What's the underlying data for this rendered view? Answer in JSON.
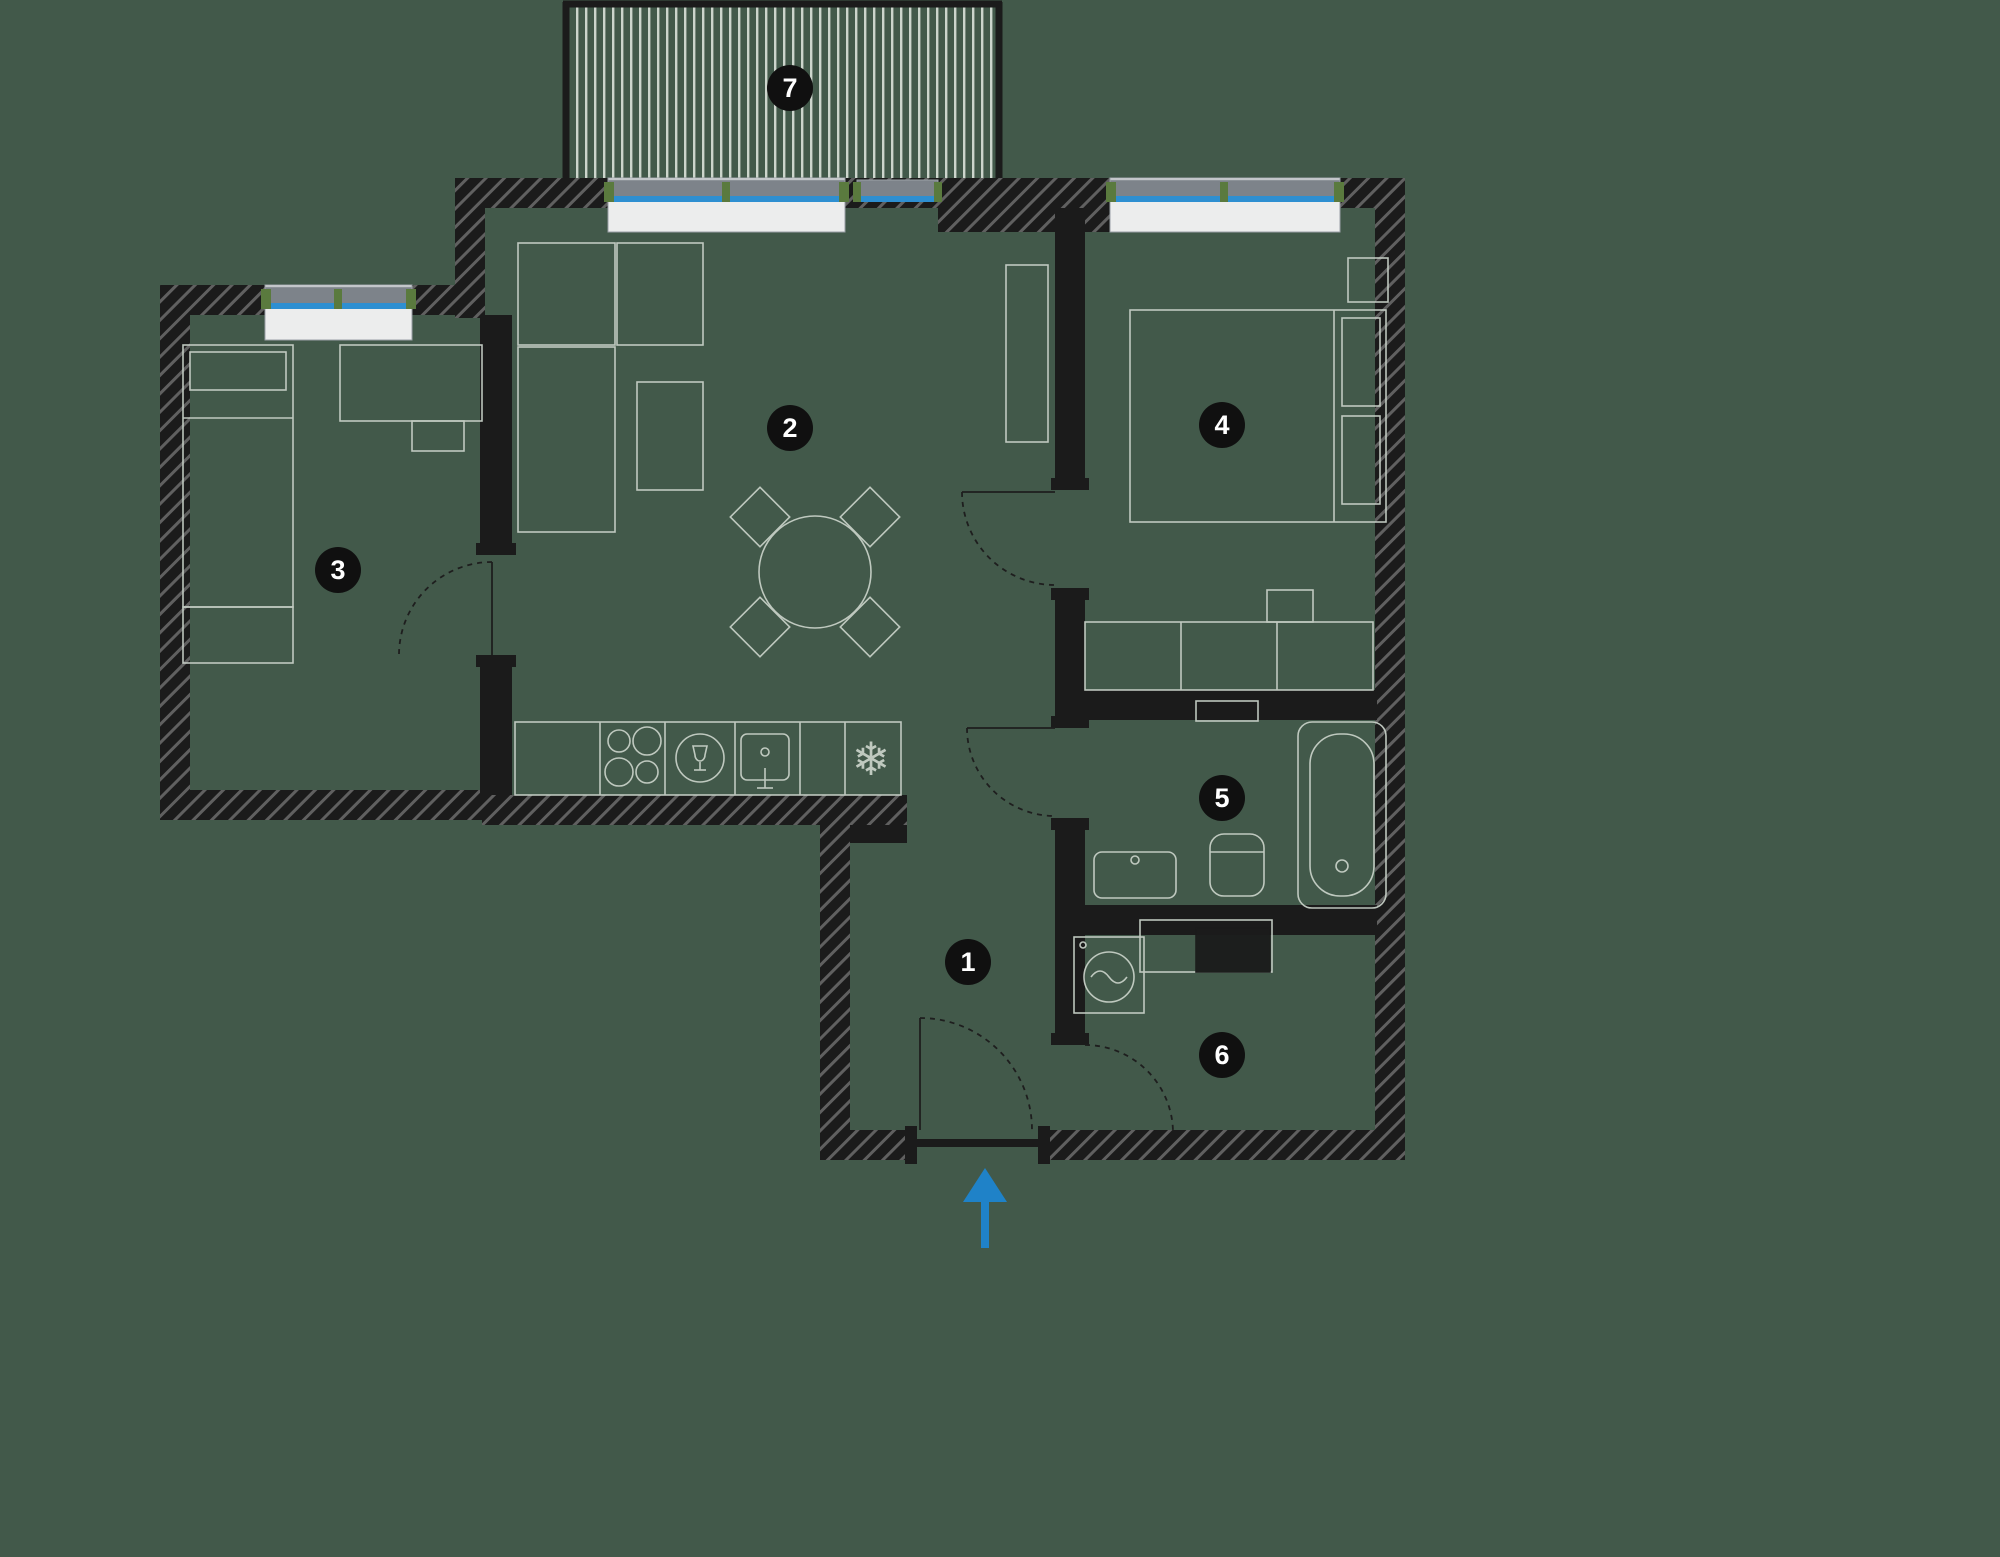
{
  "plan": {
    "type": "apartment-floor-plan",
    "rooms": [
      {
        "number": "1"
      },
      {
        "number": "2"
      },
      {
        "number": "3"
      },
      {
        "number": "4"
      },
      {
        "number": "5"
      },
      {
        "number": "6"
      },
      {
        "number": "7"
      }
    ],
    "icons": {
      "freezer_glyph": "❄"
    },
    "colors": {
      "background": "#42594a",
      "wall": "#1b1b1b",
      "wall_hatch": "#606060",
      "furniture_line": "#c6cfc6",
      "window_glass_blue": "#2e8fd1",
      "window_frame_gray": "#7d838a",
      "window_sill_light": "#eceded",
      "window_cap_green": "#5a7a3e",
      "terrace_stripe": "#ccd5cc",
      "entrance_arrow_blue": "#1f82c8",
      "badge_background": "#101010",
      "badge_text": "#ffffff"
    }
  }
}
